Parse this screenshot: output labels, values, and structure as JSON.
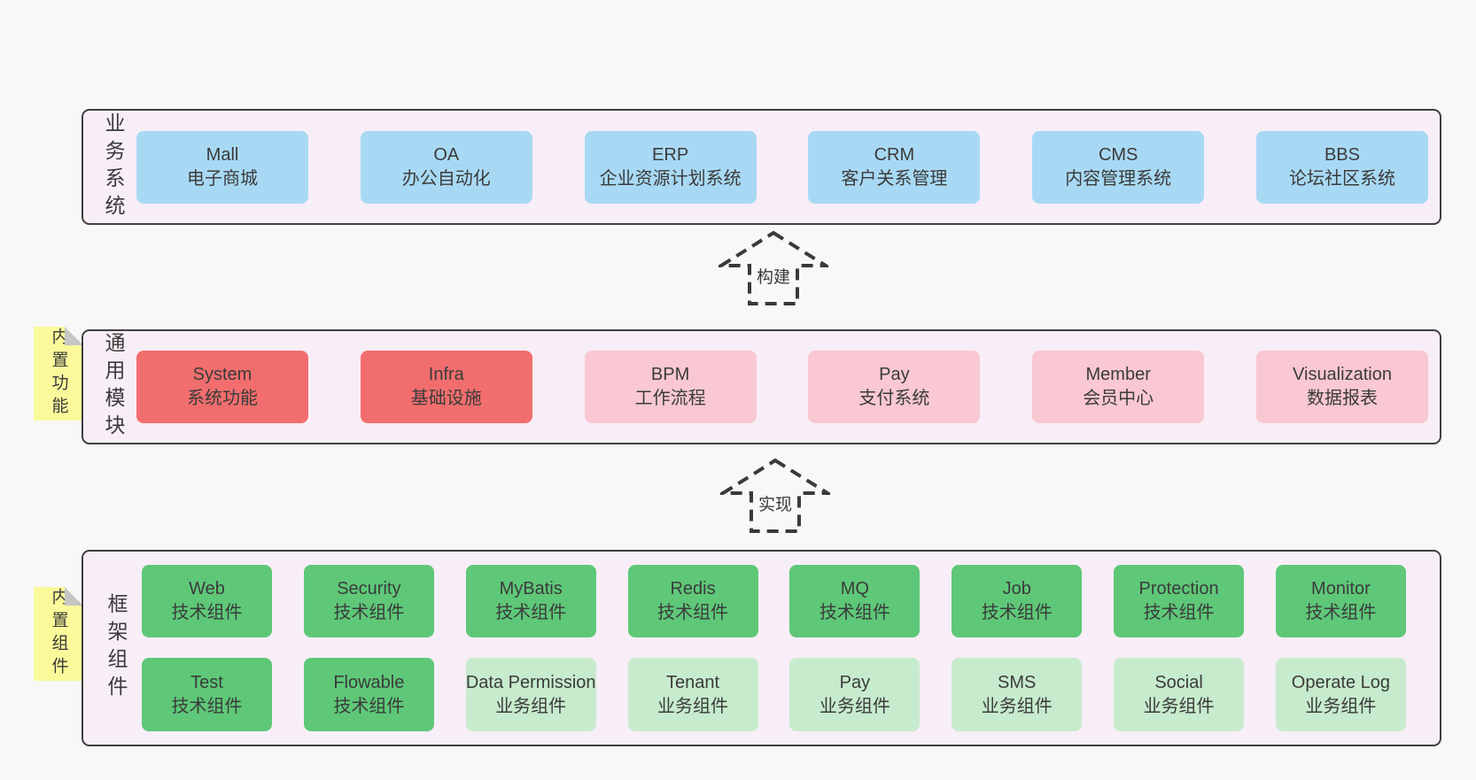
{
  "colors": {
    "page_background": "#f8f8f8",
    "band_background": "#f8eef7",
    "band_border": "#3f3f3f",
    "blue_box": "#a8d9f4",
    "red_box": "#f26e6e",
    "pink_box": "#f9c8d2",
    "green_box": "#5ec878",
    "light_green_box": "#c7ebcd",
    "yellow_tag": "#fafa9b",
    "tag_fold": "#c6c6c6",
    "text": "#3b3b3b"
  },
  "arrows": [
    {
      "label": "构建"
    },
    {
      "label": "实现"
    }
  ],
  "bands": [
    {
      "label": "业务系统",
      "boxes": [
        {
          "title": "Mall",
          "subtitle": "电子商城"
        },
        {
          "title": "OA",
          "subtitle": "办公自动化"
        },
        {
          "title": "ERP",
          "subtitle": "企业资源计划系统"
        },
        {
          "title": "CRM",
          "subtitle": "客户关系管理"
        },
        {
          "title": "CMS",
          "subtitle": "内容管理系统"
        },
        {
          "title": "BBS",
          "subtitle": "论坛社区系统"
        }
      ]
    },
    {
      "label": "通用模块",
      "tag": "内置功能",
      "boxes": [
        {
          "title": "System",
          "subtitle": "系统功能"
        },
        {
          "title": "Infra",
          "subtitle": "基础设施"
        },
        {
          "title": "BPM",
          "subtitle": "工作流程"
        },
        {
          "title": "Pay",
          "subtitle": "支付系统"
        },
        {
          "title": "Member",
          "subtitle": "会员中心"
        },
        {
          "title": "Visualization",
          "subtitle": "数据报表"
        }
      ]
    },
    {
      "label": "框架组件",
      "tag": "内置组件",
      "rows": [
        [
          {
            "title": "Web",
            "subtitle": "技术组件"
          },
          {
            "title": "Security",
            "subtitle": "技术组件"
          },
          {
            "title": "MyBatis",
            "subtitle": "技术组件"
          },
          {
            "title": "Redis",
            "subtitle": "技术组件"
          },
          {
            "title": "MQ",
            "subtitle": "技术组件"
          },
          {
            "title": "Job",
            "subtitle": "技术组件"
          },
          {
            "title": "Protection",
            "subtitle": "技术组件"
          },
          {
            "title": "Monitor",
            "subtitle": "技术组件"
          }
        ],
        [
          {
            "title": "Test",
            "subtitle": "技术组件"
          },
          {
            "title": "Flowable",
            "subtitle": "技术组件"
          },
          {
            "title": "Data Permission",
            "subtitle": "业务组件"
          },
          {
            "title": "Tenant",
            "subtitle": "业务组件"
          },
          {
            "title": "Pay",
            "subtitle": "业务组件"
          },
          {
            "title": "SMS",
            "subtitle": "业务组件"
          },
          {
            "title": "Social",
            "subtitle": "业务组件"
          },
          {
            "title": "Operate Log",
            "subtitle": "业务组件"
          }
        ]
      ]
    }
  ]
}
